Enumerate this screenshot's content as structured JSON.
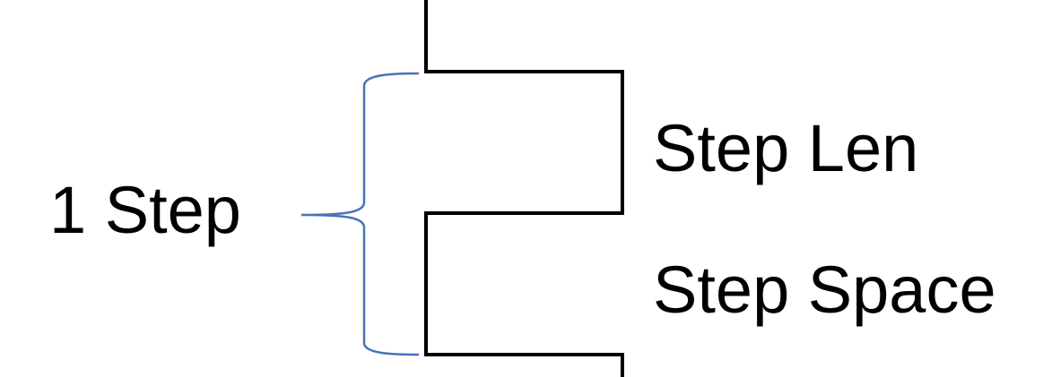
{
  "labels": {
    "one_step": "1 Step",
    "step_len": "Step Len",
    "step_space": "Step Space"
  },
  "colors": {
    "line": "#000000",
    "brace": "#4a72b8",
    "text": "#000000",
    "background": "#ffffff"
  }
}
